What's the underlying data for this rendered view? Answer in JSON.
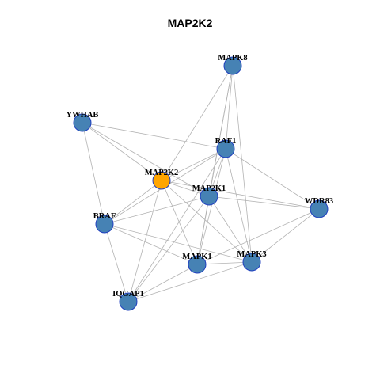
{
  "title": "MAP2K2",
  "colors": {
    "focus": "#ffa500",
    "node": "#4682b4",
    "node_border": "#1f3fbf",
    "edge": "#b3b3b3"
  },
  "nodes": [
    {
      "id": "MAPK8",
      "label": "MAPK8",
      "focus": false
    },
    {
      "id": "YWHAB",
      "label": "YWHAB",
      "focus": false
    },
    {
      "id": "RAF1",
      "label": "RAF1",
      "focus": false
    },
    {
      "id": "MAP2K2",
      "label": "MAP2K2",
      "focus": true
    },
    {
      "id": "MAP2K1",
      "label": "MAP2K1",
      "focus": false
    },
    {
      "id": "WDR83",
      "label": "WDR83",
      "focus": false
    },
    {
      "id": "BRAF",
      "label": "BRAF",
      "focus": false
    },
    {
      "id": "MAPK1",
      "label": "MAPK1",
      "focus": false
    },
    {
      "id": "MAPK3",
      "label": "MAPK3",
      "focus": false
    },
    {
      "id": "IQGAP1",
      "label": "IQGAP1",
      "focus": false
    }
  ],
  "edges": [
    [
      "MAPK8",
      "RAF1"
    ],
    [
      "MAPK8",
      "MAP2K2"
    ],
    [
      "MAPK8",
      "MAP2K1"
    ],
    [
      "MAPK8",
      "MAPK1"
    ],
    [
      "MAPK8",
      "MAPK3"
    ],
    [
      "YWHAB",
      "RAF1"
    ],
    [
      "YWHAB",
      "MAP2K2"
    ],
    [
      "YWHAB",
      "MAP2K1"
    ],
    [
      "YWHAB",
      "BRAF"
    ],
    [
      "RAF1",
      "MAP2K2"
    ],
    [
      "RAF1",
      "MAP2K1"
    ],
    [
      "RAF1",
      "BRAF"
    ],
    [
      "RAF1",
      "MAPK1"
    ],
    [
      "RAF1",
      "MAPK3"
    ],
    [
      "RAF1",
      "WDR83"
    ],
    [
      "RAF1",
      "IQGAP1"
    ],
    [
      "MAP2K2",
      "MAP2K1"
    ],
    [
      "MAP2K2",
      "BRAF"
    ],
    [
      "MAP2K2",
      "MAPK1"
    ],
    [
      "MAP2K2",
      "MAPK3"
    ],
    [
      "MAP2K2",
      "WDR83"
    ],
    [
      "MAP2K2",
      "IQGAP1"
    ],
    [
      "MAP2K1",
      "BRAF"
    ],
    [
      "MAP2K1",
      "MAPK1"
    ],
    [
      "MAP2K1",
      "MAPK3"
    ],
    [
      "MAP2K1",
      "WDR83"
    ],
    [
      "MAP2K1",
      "IQGAP1"
    ],
    [
      "BRAF",
      "MAPK1"
    ],
    [
      "BRAF",
      "MAPK3"
    ],
    [
      "BRAF",
      "IQGAP1"
    ],
    [
      "WDR83",
      "MAPK1"
    ],
    [
      "WDR83",
      "MAPK3"
    ],
    [
      "MAPK1",
      "MAPK3"
    ],
    [
      "MAPK1",
      "IQGAP1"
    ],
    [
      "MAPK3",
      "IQGAP1"
    ]
  ]
}
